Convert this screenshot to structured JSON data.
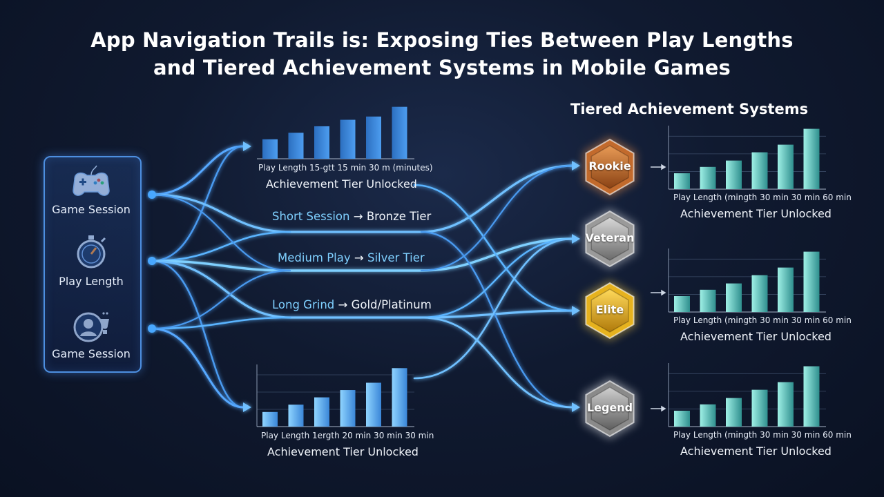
{
  "title": {
    "line1": "App Navigation Trails is: Exposing Ties Between Play Lengths",
    "line2": "and Tiered Achievement Systems in Mobile Games"
  },
  "source_panel": {
    "items": [
      {
        "label": "Game Session",
        "icon": "gamepad-icon"
      },
      {
        "label": "Play Length",
        "icon": "stopwatch-icon"
      },
      {
        "label": "Game Session",
        "icon": "user-trophy-icon"
      }
    ]
  },
  "flows": [
    {
      "highlight": "Short Session",
      "arrow": "→",
      "tier": "Bronze Tier"
    },
    {
      "highlight": "Medium Play",
      "arrow": "→",
      "tier": "Silver Tier"
    },
    {
      "highlight": "Long Grind",
      "arrow": "→",
      "tier": "Gold/Platinum"
    }
  ],
  "right_title": "Tiered Achievement Systems",
  "badges": [
    {
      "label": "Rookie",
      "color": "#c26a2c"
    },
    {
      "label": "Veteran",
      "color": "#9a9a9a"
    },
    {
      "label": "Elite",
      "color": "#e6b21e"
    },
    {
      "label": "Legend",
      "color": "#8a8a8a"
    }
  ],
  "colors": {
    "accent_blue": "#4aa8ff",
    "bar_blue": "#3a86d8",
    "bar_teal": "#46b8b0",
    "background": "#101a30"
  },
  "chart_data": [
    {
      "type": "bar",
      "id": "center-top",
      "values": [
        3,
        4,
        5,
        6,
        6.5,
        8
      ],
      "xlabel": "Play Length 15-gtt 15 min 30 m (minutes)",
      "caption": "Achievement Tier Unlocked",
      "ylim": [
        0,
        8.5
      ],
      "color": "#3a86d8"
    },
    {
      "type": "bar",
      "id": "center-bottom",
      "values": [
        2,
        3,
        4,
        5,
        6,
        8
      ],
      "xlabel": "Play  Length 1ergth 20 min 30 min 30 min",
      "caption": "Achievement Tier Unlocked",
      "ylim": [
        0,
        8.5
      ],
      "color": "#4aa8ff"
    },
    {
      "type": "bar",
      "id": "right-1",
      "values": [
        2.5,
        3.5,
        4.5,
        5.8,
        7,
        9.5
      ],
      "xlabel": "Play Length (mingth 30 min 30 min 60 min",
      "caption": "Achievement Tier Unlocked",
      "ylim": [
        0,
        10
      ],
      "color": "#46b8b0"
    },
    {
      "type": "bar",
      "id": "right-2",
      "values": [
        2.5,
        3.5,
        4.5,
        5.8,
        7,
        9.5
      ],
      "xlabel": "Play Length (mingth 30 min 30 min 60 min",
      "caption": "Achievement Tier Unlocked",
      "ylim": [
        0,
        10
      ],
      "color": "#46b8b0"
    },
    {
      "type": "bar",
      "id": "right-3",
      "values": [
        2.5,
        3.5,
        4.5,
        5.8,
        7,
        9.5
      ],
      "xlabel": "Play Length (mingth 30 min 30 min 60 min",
      "caption": "Achievement Tier Unlocked",
      "ylim": [
        0,
        10
      ],
      "color": "#46b8b0"
    }
  ]
}
